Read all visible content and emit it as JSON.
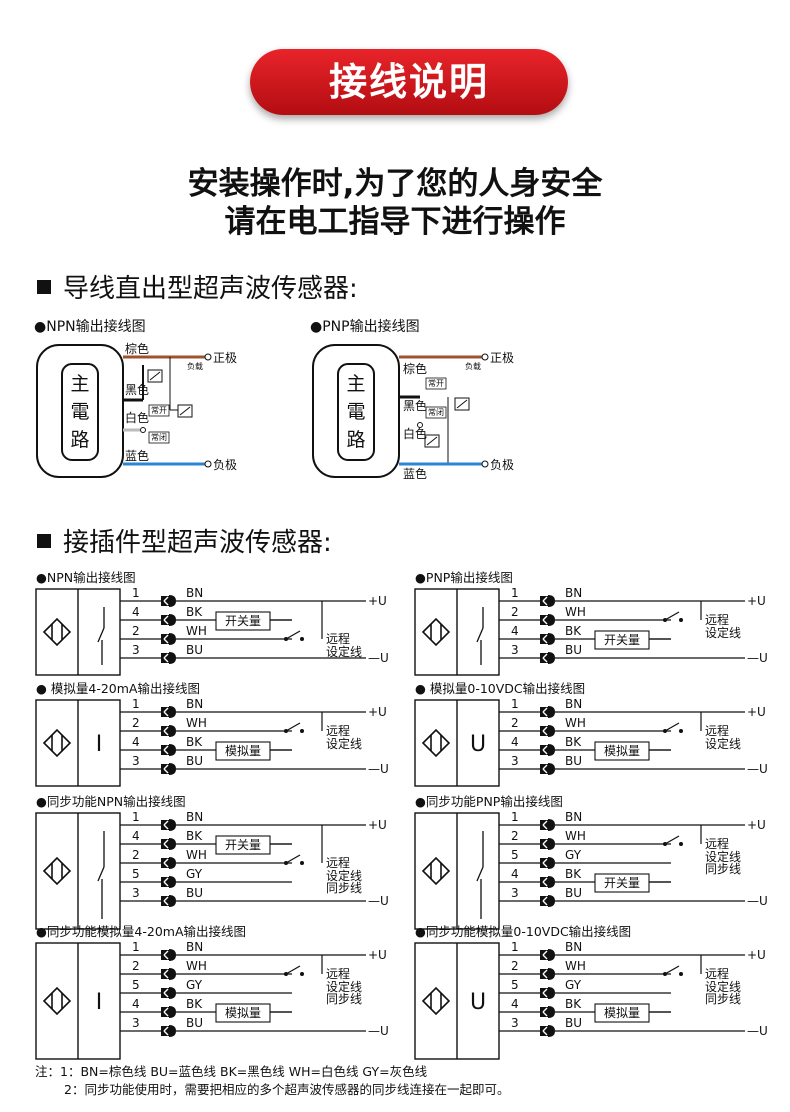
{
  "banner": {
    "title": "接线说明"
  },
  "warning": {
    "line1": "安装操作时,为了您的人身安全",
    "line2": "请在电工指导下进行操作"
  },
  "section1": {
    "title": "导线直出型超声波传感器:"
  },
  "section2": {
    "title": "接插件型超声波传感器:"
  },
  "direct": {
    "npn": {
      "caption": "●NPN输出接线图",
      "box": [
        "主",
        "電",
        "路"
      ],
      "brown": "棕色",
      "black": "黑色",
      "white": "白色",
      "blue": "蓝色",
      "pos": "正极",
      "neg": "负极",
      "load": "负载",
      "no": "常开",
      "nc": "常闭"
    },
    "pnp": {
      "caption": "●PNP输出接线图",
      "box": [
        "主",
        "電",
        "路"
      ],
      "brown": "棕色",
      "black": "黑色",
      "white": "白色",
      "blue": "蓝色",
      "pos": "正极",
      "neg": "负极",
      "load": "负载",
      "no": "常开",
      "nc": "常闭"
    }
  },
  "plug": {
    "c1": {
      "caption": "●NPN输出接线图",
      "box": "",
      "pins": [
        "1",
        "4",
        "2",
        "3"
      ],
      "wires": [
        "BN",
        "BK",
        "WH",
        "BU"
      ],
      "box_label": "开关量",
      "right1": "远程",
      "right2": "设定线",
      "sync": "",
      "plus": "+U",
      "minus": "—U"
    },
    "c2": {
      "caption": "●PNP输出接线图",
      "box": "",
      "pins": [
        "1",
        "2",
        "4",
        "3"
      ],
      "wires": [
        "BN",
        "WH",
        "BK",
        "BU"
      ],
      "box_label": "开关量",
      "right1": "远程",
      "right2": "设定线",
      "sync": "",
      "plus": "+U",
      "minus": "—U"
    },
    "c3": {
      "caption": "● 模拟量4-20mA输出接线图",
      "box": "I",
      "pins": [
        "1",
        "2",
        "4",
        "3"
      ],
      "wires": [
        "BN",
        "WH",
        "BK",
        "BU"
      ],
      "box_label": "模拟量",
      "right1": "远程",
      "right2": "设定线",
      "sync": "",
      "plus": "+U",
      "minus": "—U"
    },
    "c4": {
      "caption": "● 模拟量0-10VDC输出接线图",
      "box": "U",
      "pins": [
        "1",
        "2",
        "4",
        "3"
      ],
      "wires": [
        "BN",
        "WH",
        "BK",
        "BU"
      ],
      "box_label": "模拟量",
      "right1": "远程",
      "right2": "设定线",
      "sync": "",
      "plus": "+U",
      "minus": "—U"
    },
    "c5": {
      "caption": "●同步功能NPN输出接线图",
      "box": "",
      "pins": [
        "1",
        "4",
        "2",
        "5",
        "3"
      ],
      "wires": [
        "BN",
        "BK",
        "WH",
        "GY",
        "BU"
      ],
      "box_label": "开关量",
      "right1": "远程",
      "right2": "设定线",
      "sync": "同步线",
      "plus": "+U",
      "minus": "—U"
    },
    "c6": {
      "caption": "●同步功能PNP输出接线图",
      "box": "",
      "pins": [
        "1",
        "2",
        "5",
        "4",
        "3"
      ],
      "wires": [
        "BN",
        "WH",
        "GY",
        "BK",
        "BU"
      ],
      "box_label": "开关量",
      "right1": "远程",
      "right2": "设定线",
      "sync": "同步线",
      "plus": "+U",
      "minus": "—U"
    },
    "c7": {
      "caption": "●同步功能模拟量4-20mA输出接线图",
      "box": "I",
      "pins": [
        "1",
        "2",
        "5",
        "4",
        "3"
      ],
      "wires": [
        "BN",
        "WH",
        "GY",
        "BK",
        "BU"
      ],
      "box_label": "模拟量",
      "right1": "远程",
      "right2": "设定线",
      "sync": "同步线",
      "plus": "+U",
      "minus": "—U"
    },
    "c8": {
      "caption": "●同步功能模拟量0-10VDC输出接线图",
      "box": "U",
      "pins": [
        "1",
        "2",
        "5",
        "4",
        "3"
      ],
      "wires": [
        "BN",
        "WH",
        "GY",
        "BK",
        "BU"
      ],
      "box_label": "模拟量",
      "right1": "远程",
      "right2": "设定线",
      "sync": "同步线",
      "plus": "+U",
      "minus": "—U"
    }
  },
  "notes": {
    "line1": "注：1：BN=棕色线   BU=蓝色线  BK=黑色线  WH=白色线   GY=灰色线",
    "line2": "2：同步功能使用时，需要把相应的多个超声波传感器的同步线连接在一起即可。"
  }
}
